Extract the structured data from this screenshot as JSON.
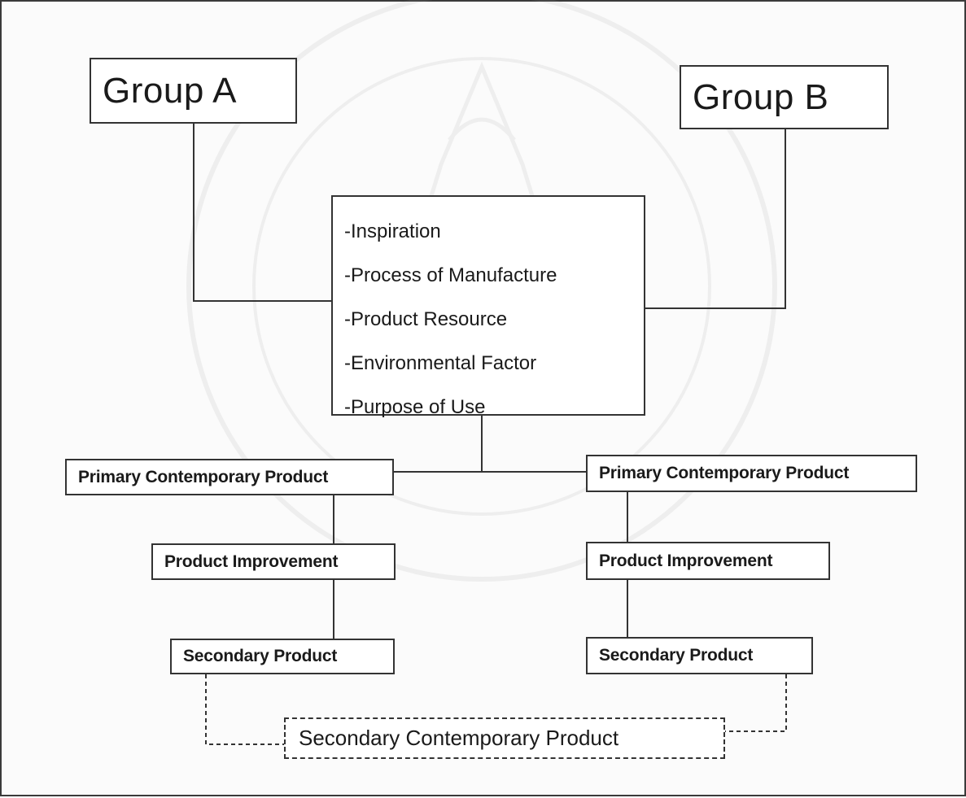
{
  "groups": {
    "a": "Group A",
    "b": "Group B"
  },
  "factors": [
    "-Inspiration",
    "-Process of Manufacture",
    "-Product Resource",
    "-Environmental Factor",
    "-Purpose of Use"
  ],
  "left_branch": {
    "primary": "Primary Contemporary Product",
    "improvement": "Product Improvement",
    "secondary": "Secondary Product"
  },
  "right_branch": {
    "primary": "Primary Contemporary Product",
    "improvement": "Product Improvement",
    "secondary": "Secondary Product"
  },
  "final_product": "Secondary Contemporary Product",
  "colors": {
    "line": "#333333",
    "background": "#fbfbfb",
    "watermark": "#9a9a9a"
  }
}
